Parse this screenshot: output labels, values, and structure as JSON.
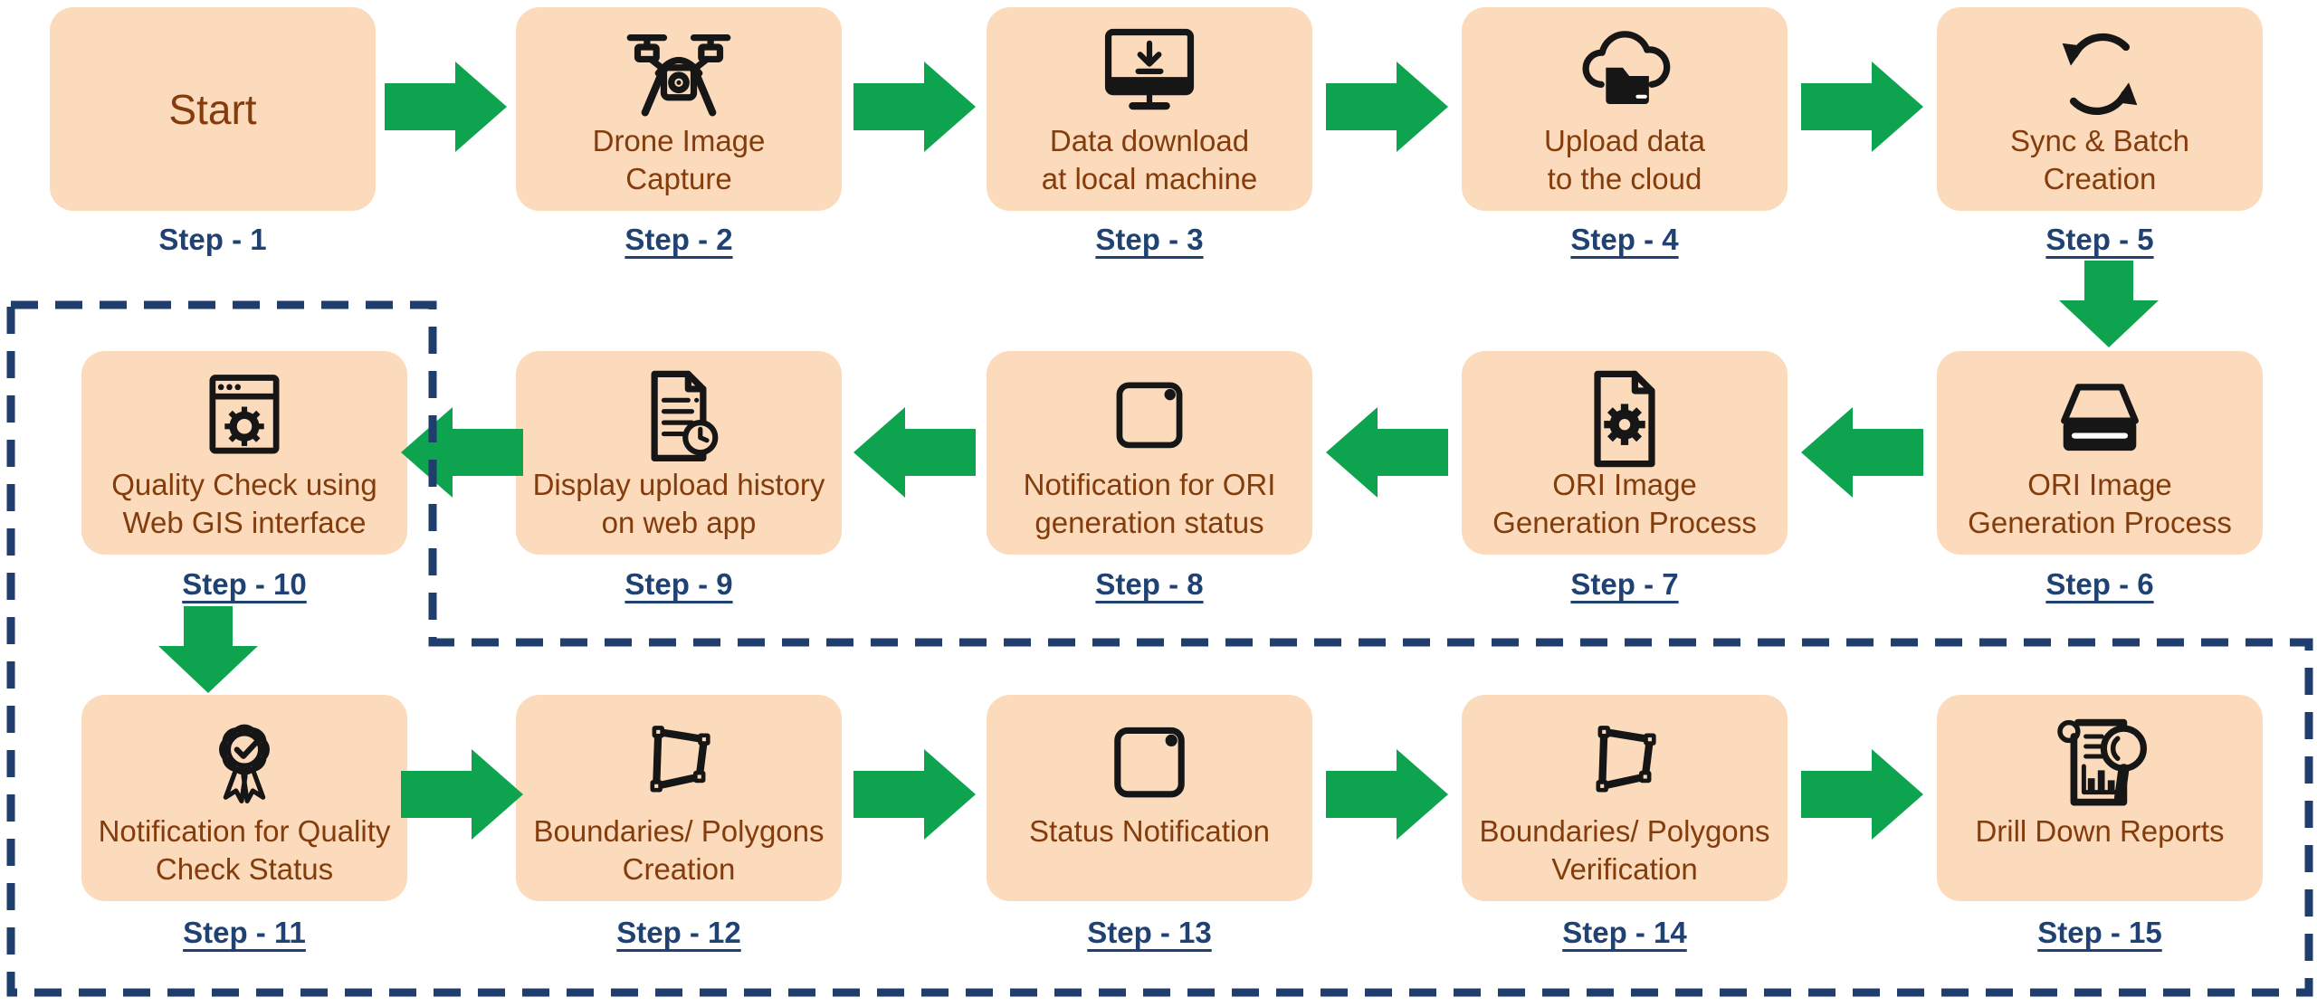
{
  "diagram": {
    "steps": [
      {
        "id": 1,
        "label": "Step - 1",
        "lines": [
          "Start"
        ],
        "icon": null,
        "underlined": false
      },
      {
        "id": 2,
        "label": "Step - 2",
        "lines": [
          "Drone Image",
          "Capture"
        ],
        "icon": "drone-icon",
        "underlined": true
      },
      {
        "id": 3,
        "label": "Step - 3",
        "lines": [
          "Data download",
          "at local machine"
        ],
        "icon": "monitor-download-icon",
        "underlined": true
      },
      {
        "id": 4,
        "label": "Step - 4",
        "lines": [
          "Upload data",
          "to the cloud"
        ],
        "icon": "cloud-folder-icon",
        "underlined": true
      },
      {
        "id": 5,
        "label": "Step - 5",
        "lines": [
          "Sync & Batch",
          "Creation"
        ],
        "icon": "sync-icon",
        "underlined": true
      },
      {
        "id": 6,
        "label": "Step - 6",
        "lines": [
          "ORI Image",
          "Generation Process"
        ],
        "icon": "hard-drive-icon",
        "underlined": true
      },
      {
        "id": 7,
        "label": "Step - 7",
        "lines": [
          "ORI Image",
          "Generation Process"
        ],
        "icon": "document-gear-icon",
        "underlined": true
      },
      {
        "id": 8,
        "label": "Step - 8",
        "lines": [
          "Notification for ORI",
          "generation status"
        ],
        "icon": "notification-square-icon",
        "underlined": true
      },
      {
        "id": 9,
        "label": "Step - 9",
        "lines": [
          "Display upload history",
          "on web app"
        ],
        "icon": "document-clock-icon",
        "underlined": true
      },
      {
        "id": 10,
        "label": "Step - 10",
        "lines": [
          "Quality Check using",
          "Web GIS interface"
        ],
        "icon": "browser-gear-icon",
        "underlined": true
      },
      {
        "id": 11,
        "label": "Step - 11",
        "lines": [
          "Notification for Quality",
          "Check Status"
        ],
        "icon": "badge-check-icon",
        "underlined": true
      },
      {
        "id": 12,
        "label": "Step - 12",
        "lines": [
          "Boundaries/ Polygons",
          "Creation"
        ],
        "icon": "polygon-nodes-icon",
        "underlined": true
      },
      {
        "id": 13,
        "label": "Step - 13",
        "lines": [
          "Status Notification"
        ],
        "icon": "notification-square-icon",
        "underlined": true
      },
      {
        "id": 14,
        "label": "Step - 14",
        "lines": [
          "Boundaries/ Polygons",
          "Verification"
        ],
        "icon": "polygon-nodes-icon",
        "underlined": true
      },
      {
        "id": 15,
        "label": "Step - 15",
        "lines": [
          "Drill Down Reports"
        ],
        "icon": "report-magnifier-icon",
        "underlined": true
      }
    ],
    "connectors": [
      {
        "from": 1,
        "to": 2,
        "direction": "right"
      },
      {
        "from": 2,
        "to": 3,
        "direction": "right"
      },
      {
        "from": 3,
        "to": 4,
        "direction": "right"
      },
      {
        "from": 4,
        "to": 5,
        "direction": "right"
      },
      {
        "from": 5,
        "to": 6,
        "direction": "down"
      },
      {
        "from": 6,
        "to": 7,
        "direction": "left"
      },
      {
        "from": 7,
        "to": 8,
        "direction": "left"
      },
      {
        "from": 8,
        "to": 9,
        "direction": "left"
      },
      {
        "from": 9,
        "to": 10,
        "direction": "left"
      },
      {
        "from": 10,
        "to": 11,
        "direction": "down"
      },
      {
        "from": 11,
        "to": 12,
        "direction": "right"
      },
      {
        "from": 12,
        "to": 13,
        "direction": "right"
      },
      {
        "from": 13,
        "to": 14,
        "direction": "right"
      },
      {
        "from": 14,
        "to": 15,
        "direction": "right"
      }
    ],
    "dashed_region": {
      "contains_steps": [
        10,
        11,
        12,
        13,
        14,
        15
      ]
    },
    "colors": {
      "box_fill": "#FBDBBC",
      "box_text": "#843C0C",
      "step_link": "#1F4273",
      "arrow_green": "#0DA34F",
      "dashed_border": "#1F3E6E",
      "icon_ink": "#161616"
    }
  }
}
